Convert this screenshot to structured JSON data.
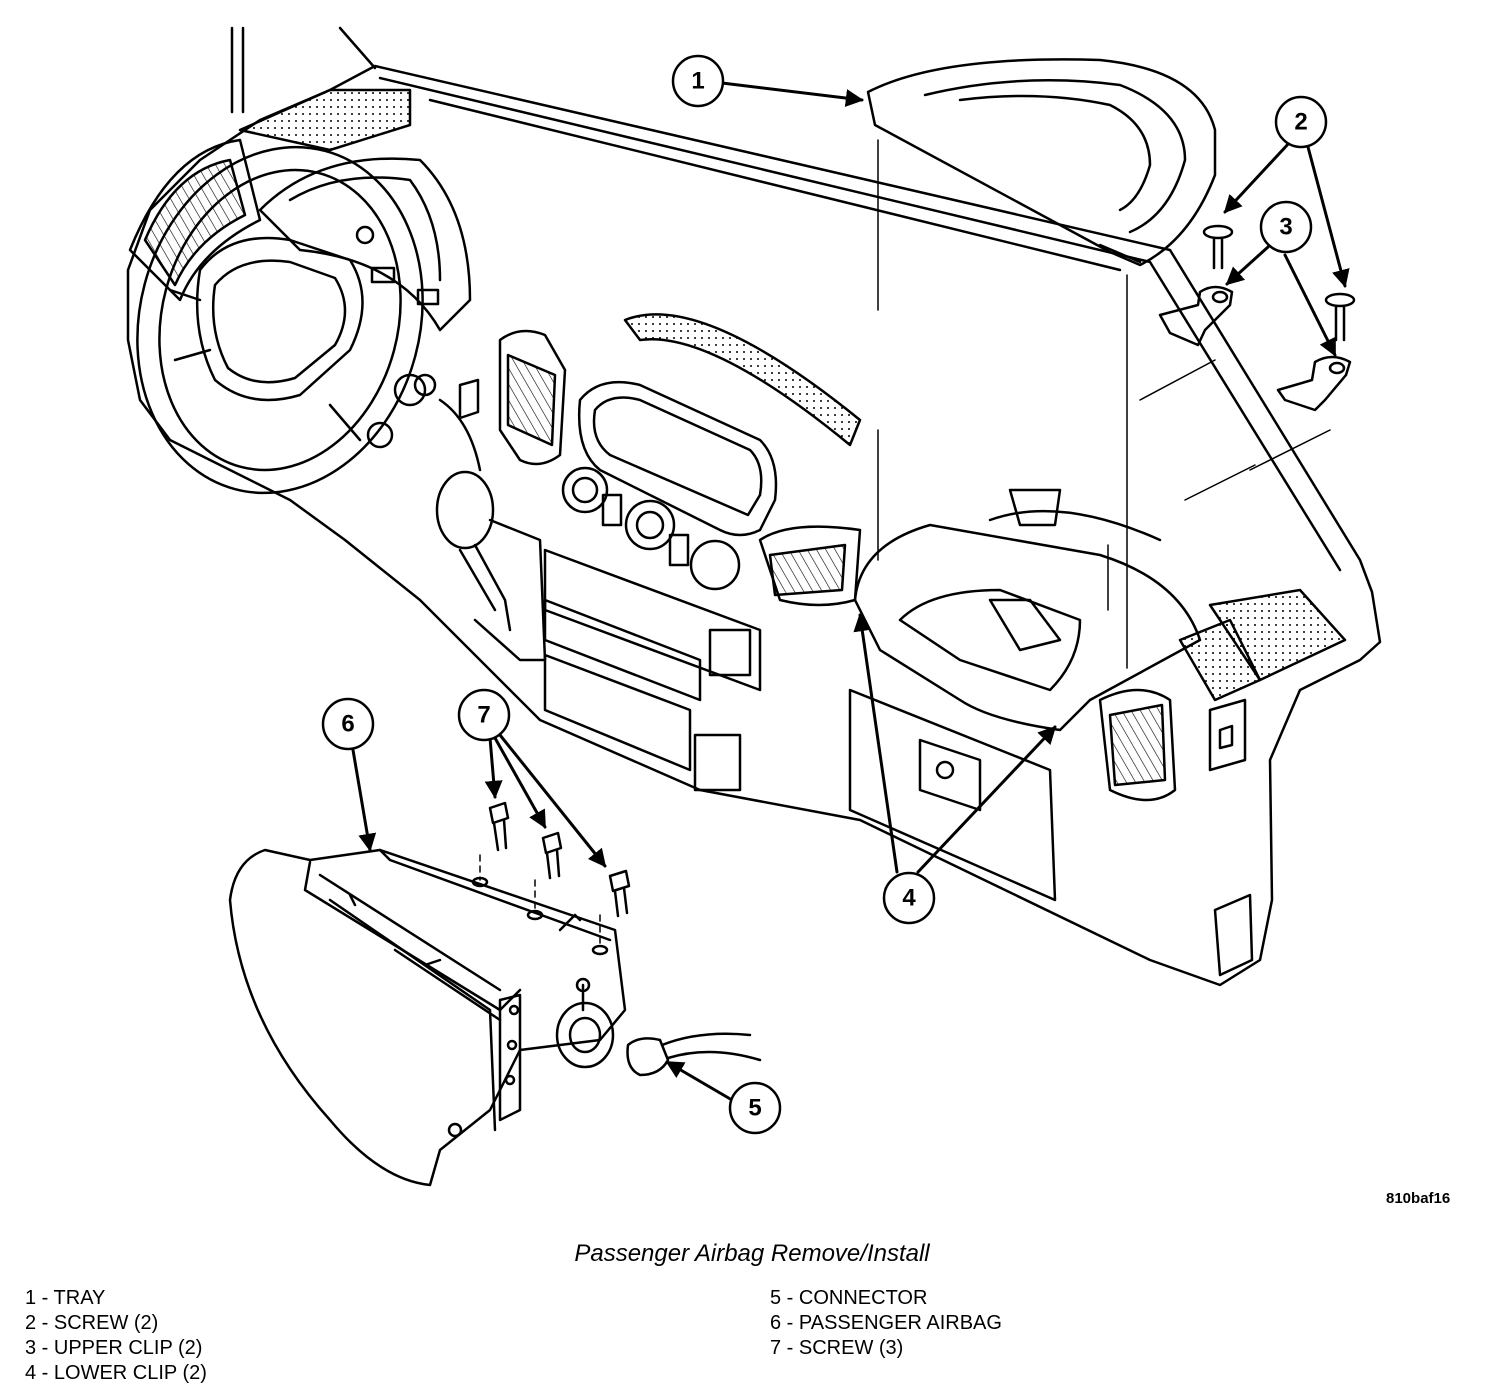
{
  "figure": {
    "id_label": "810baf16",
    "caption": "Passenger Airbag Remove/Install"
  },
  "callouts": [
    "1",
    "2",
    "3",
    "4",
    "5",
    "6",
    "7"
  ],
  "legend": {
    "left": [
      "1 - TRAY",
      "2 - SCREW (2)",
      "3 - UPPER CLIP (2)",
      "4 - LOWER CLIP (2)"
    ],
    "right": [
      "5 - CONNECTOR",
      "6 - PASSENGER AIRBAG",
      "7 - SCREW (3)"
    ]
  }
}
